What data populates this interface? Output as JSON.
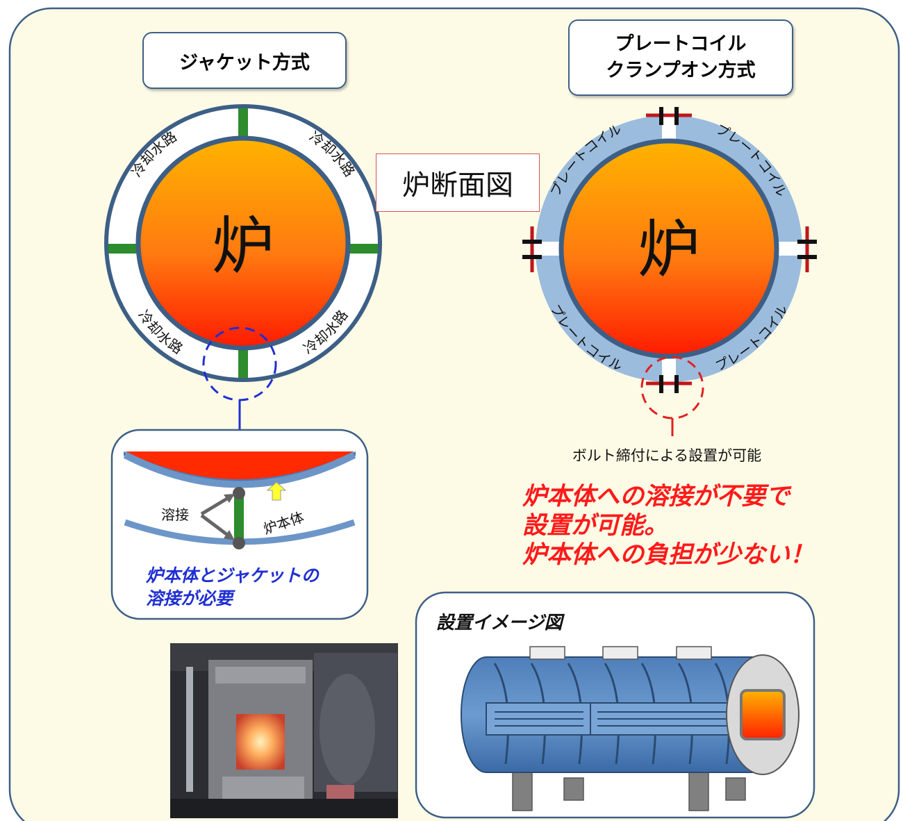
{
  "titles": {
    "jacket": "ジャケット方式",
    "plate_line1": "プレートコイル",
    "plate_line2": "クランプオン方式",
    "section": "炉断面図"
  },
  "furnace_label": "炉",
  "jacket": {
    "channel_label": "冷却水路",
    "detail": {
      "weld_label": "溶接",
      "body_label": "炉本体",
      "note_line1": "炉本体とジャケットの",
      "note_line2": "溶接が必要"
    }
  },
  "plate": {
    "coil_label": "プレートコイル",
    "bolt_note": "ボルト締付による設置が可能",
    "merit_line1": "炉本体への溶接が不要で",
    "merit_line2": "設置が可能。",
    "merit_line3": "炉本体への負担が少ない！"
  },
  "install": {
    "title": "設置イメージ図"
  },
  "colors": {
    "frame_bg": "#fdfbe6",
    "frame_border": "#3d5f86",
    "furnace_top": "#ffb300",
    "furnace_bottom": "#ff1a00",
    "jacket_rib": "#2d8c2d",
    "plate_coil": "#9bbcdd",
    "merit_text": "#ff1a1a",
    "note_text": "#1f2fd1"
  }
}
